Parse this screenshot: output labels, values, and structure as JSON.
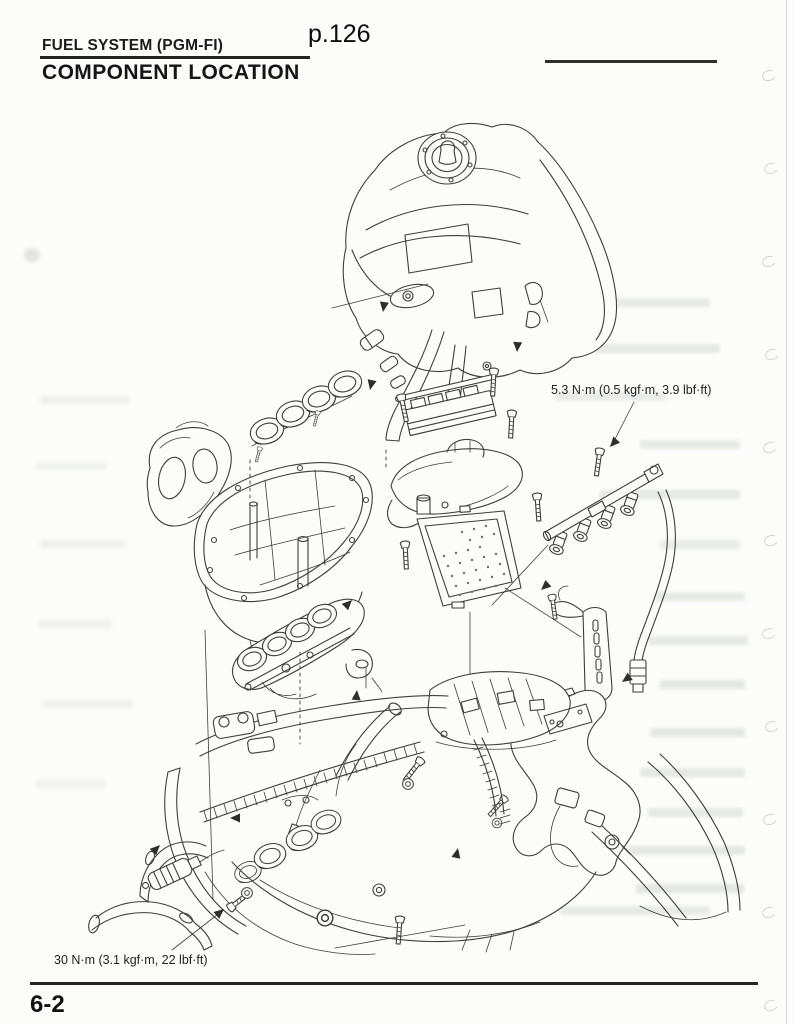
{
  "page": {
    "overlay_note": "p.126",
    "section_header": "FUEL SYSTEM (PGM-FI)",
    "title": "COMPONENT LOCATION",
    "page_number": "6-2"
  },
  "diagram": {
    "type": "exploded-parts-illustration",
    "torque_labels": [
      {
        "text": "5.3 N·m (0.5 kgf·m, 3.9 lbf·ft)"
      },
      {
        "text": "30 N·m (3.1 kgf·m, 22 lbf·ft)"
      }
    ],
    "parts_depicted": [
      "fuel tank with filler cap",
      "fuel pump connectors and straps",
      "intake funnels",
      "air intake duct",
      "air cleaner housing",
      "ECM (PGM-FI unit)",
      "air cleaner cover",
      "air filter element",
      "fuel rail with injectors",
      "fuel feed hose",
      "slotted stay bracket",
      "heat guard plate",
      "throttle body assembly",
      "engine with frame and wiring harness",
      "drain and breather hoses"
    ]
  },
  "colors": {
    "ink": "#3e3e3e",
    "paper": "#fcfcfb",
    "ghost_bleed": "#9fae9f"
  }
}
